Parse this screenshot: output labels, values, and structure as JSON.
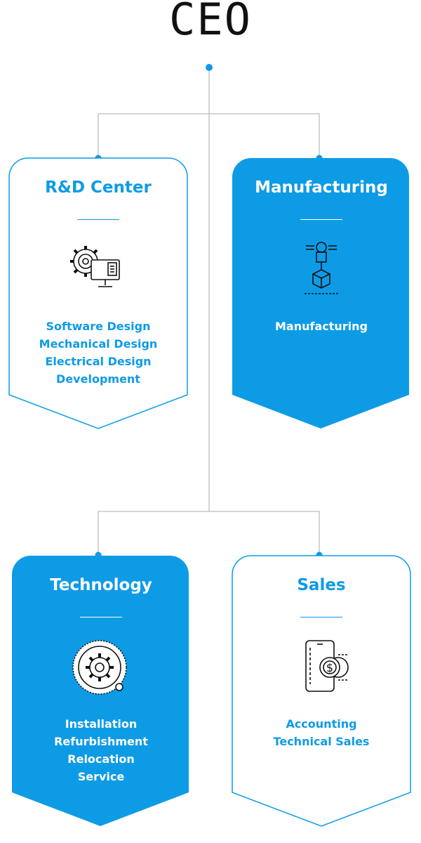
{
  "root": {
    "title": "CEO"
  },
  "colors": {
    "accent": "#0e9be6",
    "connector": "#bdbdbd",
    "card_text_light": "#ffffff"
  },
  "departments": [
    {
      "title": "R&D Center",
      "style": "outline",
      "icon": "gear-computer-icon",
      "items": [
        "Software Design",
        "Mechanical Design",
        "Electrical Design",
        "Development"
      ]
    },
    {
      "title": "Manufacturing",
      "style": "filled",
      "icon": "robotic-arm-icon",
      "items": [
        "Manufacturing"
      ]
    },
    {
      "title": "Technology",
      "style": "filled",
      "icon": "gear-circle-icon",
      "items": [
        "Installation",
        "Refurbishment",
        "Relocation",
        "Service"
      ]
    },
    {
      "title": "Sales",
      "style": "outline",
      "icon": "phone-coins-icon",
      "items": [
        "Accounting",
        "Technical Sales"
      ]
    }
  ]
}
